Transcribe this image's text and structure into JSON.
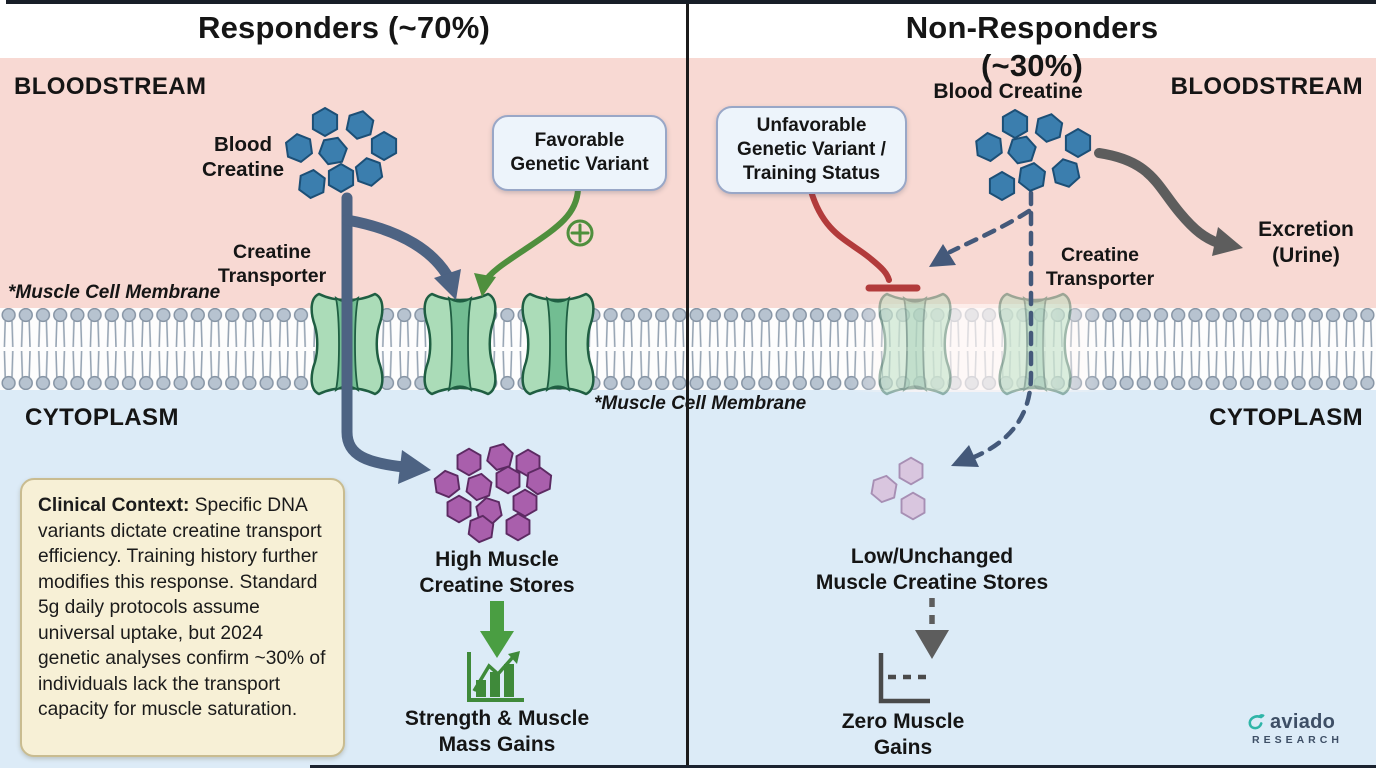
{
  "header": {
    "left_title": "Responders (~70%)",
    "right_title": "Non-Responders (~30%)"
  },
  "left_panel": {
    "bloodstream": "BLOODSTREAM",
    "cytoplasm": "CYTOPLASM",
    "blood_creatine": "Blood\nCreatine",
    "favorable_variant": "Favorable\nGenetic Variant",
    "creatine_transporter": "Creatine\nTransporter",
    "membrane_note": "*Muscle Cell Membrane",
    "clinical_context_heading": "Clinical Context:",
    "clinical_context_body": "Specific DNA variants dictate creatine transport efficiency. Training history further modifies this response. Standard 5g daily protocols assume universal uptake, but 2024 genetic analyses confirm ~30% of individuals lack the transport capacity for muscle saturation.",
    "high_stores": "High Muscle\nCreatine Stores",
    "gains": "Strength & Muscle\nMass Gains"
  },
  "right_panel": {
    "bloodstream": "BLOODSTREAM",
    "cytoplasm": "CYTOPLASM",
    "blood_creatine": "Blood Creatine",
    "unfavorable_variant": "Unfavorable\nGenetic Variant /\nTraining Status",
    "creatine_transporter": "Creatine\nTransporter",
    "membrane_note": "*Muscle Cell Membrane",
    "excretion": "Excretion\n(Urine)",
    "low_stores": "Low/Unchanged\nMuscle Creatine Stores",
    "zero_gains": "Zero Muscle\nGains"
  },
  "logo": {
    "brand": "aviado",
    "subtitle": "RESEARCH"
  },
  "colors": {
    "bloodstream_bg": "#f8d9d3",
    "cytoplasm_bg": "#dcebf7",
    "creatine_hex_blue": "#3b7eae",
    "muscle_creatine_purple": "#a95fac",
    "pale_creatine_purple": "#d9c6df",
    "transporter_green": "#abdcb8",
    "positive_green": "#4f8f3d",
    "gain_arrow_green": "#4a9e42",
    "inhibit_red": "#b23b3b",
    "uptake_blue": "#4d6383",
    "excretion_gray": "#5d5d5d",
    "logo_teal": "#2fb5a8"
  }
}
